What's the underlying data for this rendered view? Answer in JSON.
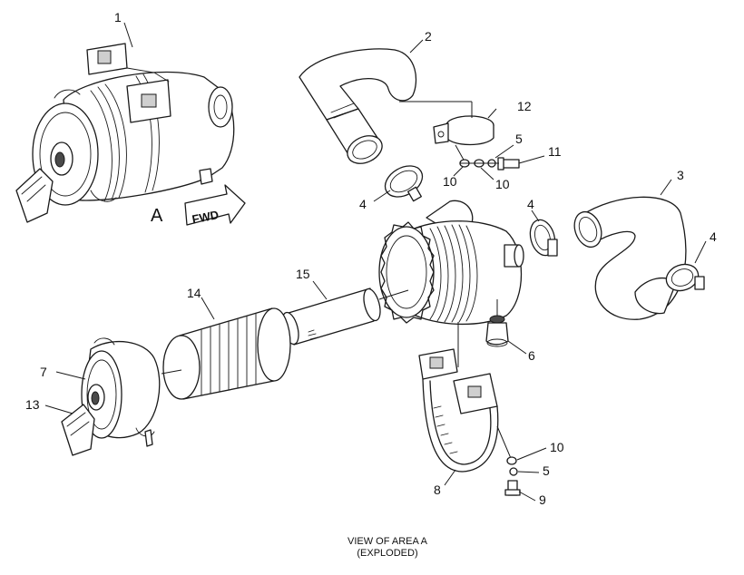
{
  "callouts": {
    "c1": "1",
    "c2": "2",
    "c3": "3",
    "c4a": "4",
    "c4b": "4",
    "c4c": "4",
    "c5a": "5",
    "c5b": "5",
    "c6": "6",
    "c7": "7",
    "c8": "8",
    "c9": "9",
    "c10a": "10",
    "c10b": "10",
    "c10c": "10",
    "c11": "11",
    "c12": "12",
    "c13": "13",
    "c14": "14",
    "c15": "15"
  },
  "area_marker": "A",
  "fwd_arrow_label": "FWD",
  "caption": {
    "line1": "VIEW OF AREA  A",
    "line2": "(EXPLODED)"
  }
}
